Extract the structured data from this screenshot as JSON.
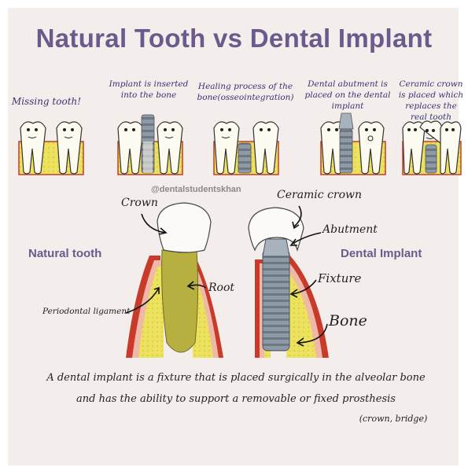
{
  "title": "Natural Tooth vs Dental Implant",
  "steps": [
    {
      "caption": "Missing tooth!"
    },
    {
      "caption": "Implant is inserted into the bone"
    },
    {
      "caption": "Healing process of the bone(osseointegration)"
    },
    {
      "caption": "Dental abutment is placed on the dental implant"
    },
    {
      "caption": "Ceramic crown is placed which replaces the real tooth"
    }
  ],
  "watermark": "@dentalstudentskhan",
  "natural": {
    "heading": "Natural tooth",
    "crown": "Crown",
    "root": "Root",
    "ligament": "Periodontal ligament"
  },
  "implant": {
    "heading": "Dental Implant",
    "ceramic_crown": "Ceramic crown",
    "abutment": "Abutment",
    "fixture": "Fixture",
    "bone": "Bone"
  },
  "caption": {
    "line1": "A dental implant is a fixture that is placed surgically in the alveolar bone",
    "line2": "and has the ability to support a removable or fixed prosthesis",
    "line3": "(crown, bridge)"
  },
  "colors": {
    "title": "#6b5a8c",
    "bone_yellow": "#e9dc58",
    "root_olive": "#b7b040",
    "gum_red": "#c83a2a",
    "gum_pink": "#f0b8a8",
    "metal": "#8e9aa6"
  }
}
